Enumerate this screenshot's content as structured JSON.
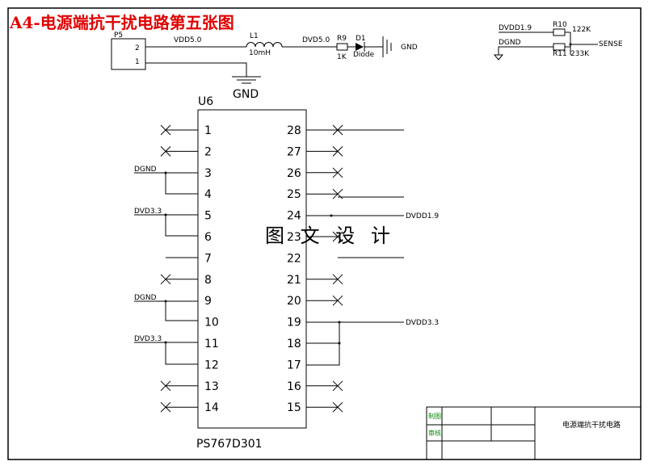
{
  "title": "A4-电源端抗干扰电路第五张图",
  "watermark": "图 文 设 计",
  "chip": {
    "ref": "U6",
    "part": "PS767D301",
    "left_pins": [
      "1",
      "2",
      "3",
      "4",
      "5",
      "6",
      "7",
      "8",
      "9",
      "10",
      "11",
      "12",
      "13",
      "14"
    ],
    "right_pins": [
      "28",
      "27",
      "26",
      "25",
      "24",
      "23",
      "22",
      "21",
      "20",
      "19",
      "18",
      "17",
      "16",
      "15"
    ]
  },
  "nets": {
    "dgnd_a": "DGND",
    "dvd33_a": "DVD3.3",
    "dgnd_b": "DGND",
    "dvd33_b": "DVD3.3",
    "dvdd19": "DVDD1.9",
    "dvdd33": "DVDD3.3"
  },
  "power_circuit": {
    "connector": "P5",
    "conn_pin2": "2",
    "conn_pin1": "1",
    "vdd": "VDD5.0",
    "inductor": "L1",
    "inductor_value": "10mH",
    "dvd": "DVD5.0",
    "resistor": "R9",
    "resistor_value": "1K",
    "diode": "D1",
    "diode_type": "Diode",
    "gnd_right": "GND",
    "gnd_bottom": "GND"
  },
  "sense_circuit": {
    "net_top": "DVDD1.9",
    "net_bottom": "DGND",
    "r10": "R10",
    "r10_value": "122K",
    "r11": "R11",
    "r11_value": "233K",
    "output": "SENSE"
  },
  "title_block": {
    "drawn_label": "制图",
    "check_label": "审核",
    "drawing_name": "电源端抗干扰电路"
  },
  "colors": {
    "title": "#e00000",
    "line": "#000000",
    "title_block_labels": "#0a8a0a"
  }
}
